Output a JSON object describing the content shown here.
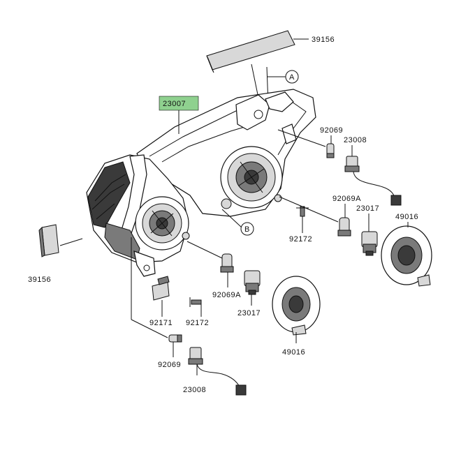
{
  "colors": {
    "highlight": "#8fd18f",
    "ink": "#111111"
  },
  "callouts": {
    "c39156_top": "39156",
    "c39156_left": "39156",
    "c23007": "23007",
    "c92069_right": "92069",
    "c23008_right": "23008",
    "c92069A_right": "92069A",
    "c23017_right": "23017",
    "c49016_right": "49016",
    "c92172_right": "92172",
    "c92069A_left": "92069A",
    "c23017_left": "23017",
    "c92171": "92171",
    "c92172_left": "92172",
    "c49016_left": "49016",
    "c92069_left": "92069",
    "c23008_left": "23008",
    "ref_A": "A",
    "ref_B": "B"
  }
}
